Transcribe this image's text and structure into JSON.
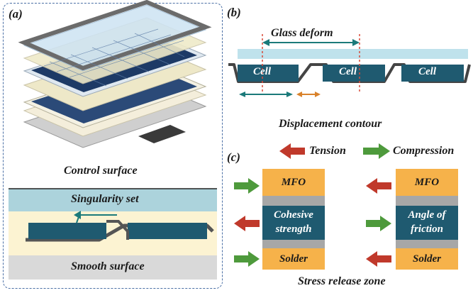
{
  "panel_a": {
    "label": "(a)",
    "control_surface": "Control surface",
    "singularity_set": "Singularity set",
    "smooth_surface": "Smooth surface"
  },
  "panel_b": {
    "label": "(b)",
    "glass_deform": "Glass deform",
    "cells": [
      "Cell",
      "Cell",
      "Cell"
    ],
    "caption": "Displacement contour"
  },
  "panel_c": {
    "label": "(c)",
    "legend": {
      "tension": "Tension",
      "compression": "Compression"
    },
    "left_stack": {
      "top": "MFO",
      "middle_line1": "Cohesive",
      "middle_line2": "strength",
      "bottom": "Solder"
    },
    "right_stack": {
      "top": "MFO",
      "middle_line1": "Angle of",
      "middle_line2": "friction",
      "bottom": "Solder"
    },
    "caption": "Stress release zone"
  },
  "colors": {
    "cell": "#1f5a70",
    "glass": "#bfe2ec",
    "frame": "#6b6b6b",
    "stack_orange": "#f6b24a",
    "stack_gray": "#a7a7a7",
    "tension_red": "#c0392b",
    "compression_green": "#4e9a3c",
    "teal_arrow": "#1b7a7a",
    "orange_arrow": "#d9822b"
  }
}
